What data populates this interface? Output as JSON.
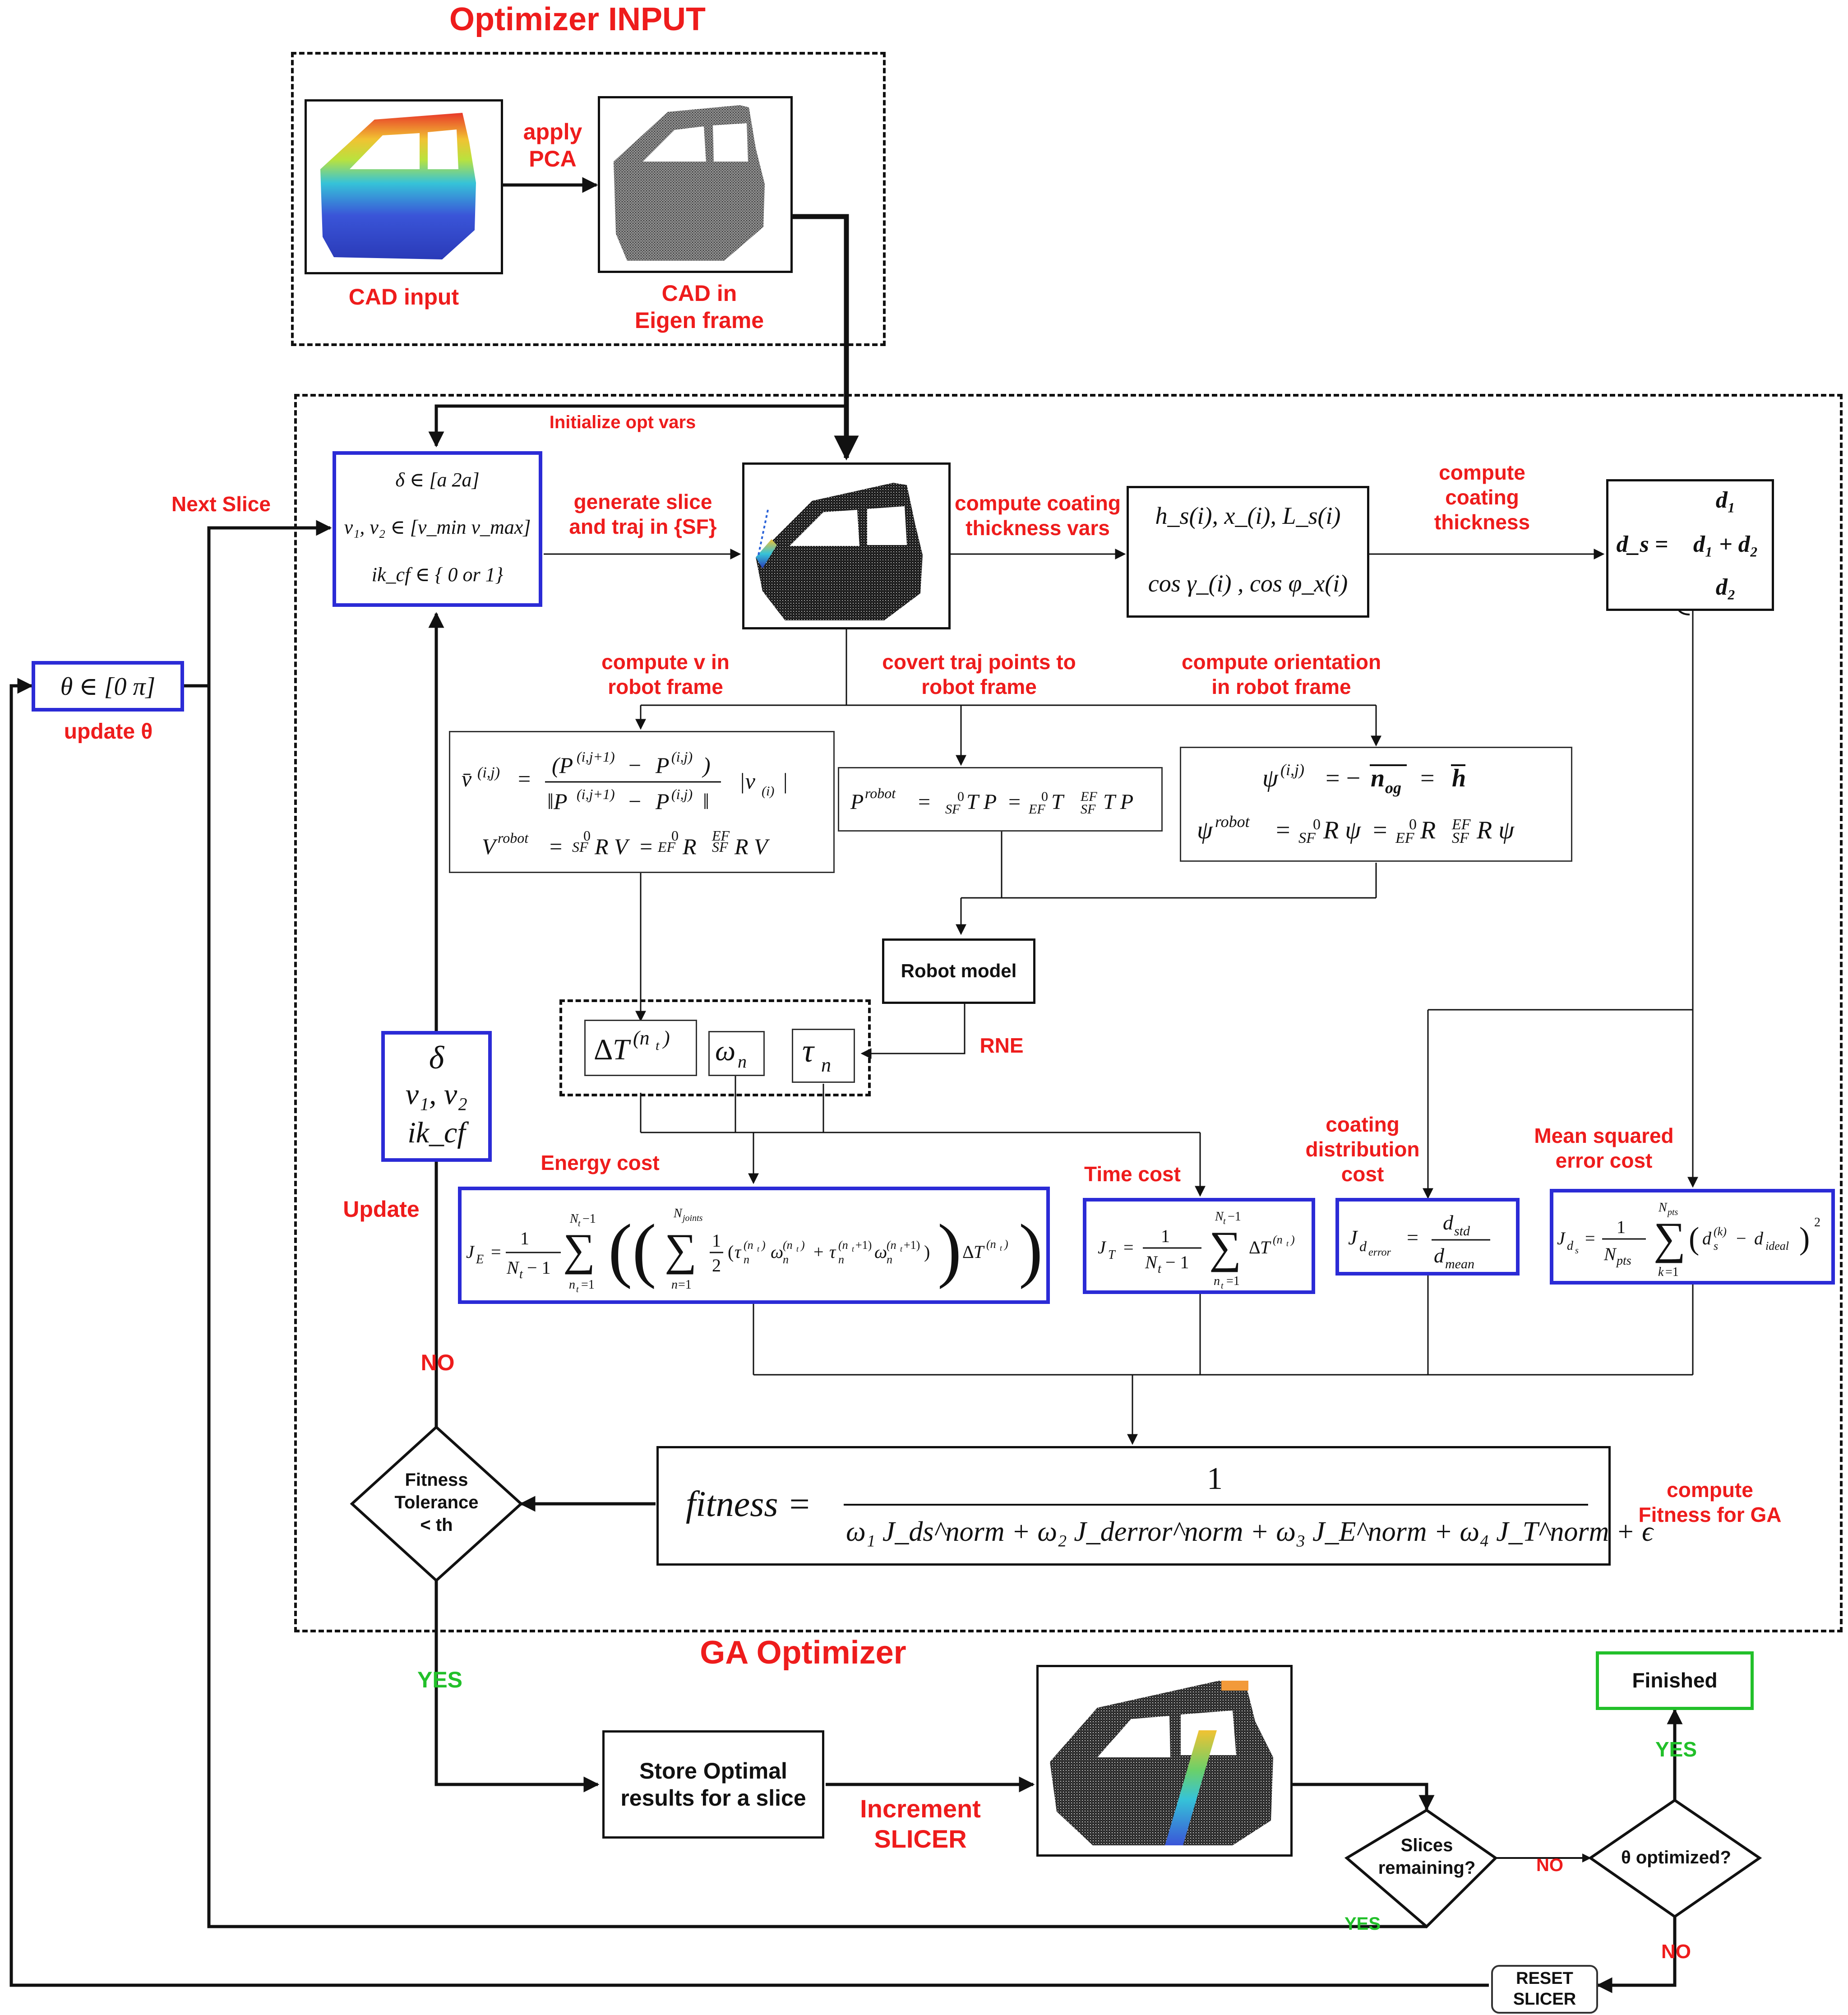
{
  "titles": {
    "input": "Optimizer INPUT",
    "ga": "GA Optimizer"
  },
  "input_section": {
    "cad_input": "CAD input",
    "apply_pca": "apply\nPCA",
    "cad_eigen": "CAD in\nEigen frame"
  },
  "labels": {
    "initialize": "Initialize opt vars",
    "next_slice": "Next Slice",
    "update_theta": "update θ",
    "generate_slice": "generate slice\nand traj in {SF}",
    "compute_coating_vars": "compute coating\nthickness vars",
    "compute_coating_thickness": "compute\ncoating\nthickness",
    "compute_v": "compute v in\nrobot frame",
    "convert_traj": "covert traj points to\nrobot  frame",
    "compute_orientation": "compute orientation\nin robot frame",
    "robot_model": "Robot model",
    "rne": "RNE",
    "energy_cost": "Energy cost",
    "time_cost": "Time cost",
    "coating_distribution_cost": "coating\ndistribution\ncost",
    "mse_cost": "Mean squared\nerror cost",
    "update": "Update",
    "no": "NO",
    "yes": "YES",
    "compute_fitness": "compute\nFitness for GA",
    "fitness_tolerance": "Fitness\nTolerance\n< th",
    "store_optimal": "Store Optimal\nresults for a slice",
    "increment_slicer": "Increment\nSLICER",
    "slices_remaining": "Slices\nremaining?",
    "theta_optimized": "θ optimized?",
    "finished": "Finished",
    "reset_slicer": "RESET\nSLICER",
    "no_slices": "NO",
    "yes_slices": "YES",
    "yes_theta": "YES",
    "no_theta": "NO"
  },
  "equations": {
    "theta_range": "θ ∈ [0  π]",
    "delta_range": "δ ∈ [a    2a]",
    "v_range": "v₁, v₂ ∈ [v_min  v_max]",
    "ik_range": "ik_cf ∈ { 0 or 1}",
    "coating_vars_1": "h_s(i), x_(i), L_s(i)",
    "coating_vars_2": "cos γ_(i) , cos φ_x(i)",
    "ds_left": "d_s =",
    "ds_cases": [
      "d₁",
      "d₁ +  d₂",
      "d₂"
    ],
    "update_vars": [
      "δ",
      "v₁, v₂",
      "ik_cf"
    ],
    "delta_T": "ΔT^(n_t)",
    "omega": "ω_n",
    "tau": "τ_n",
    "fitness_label": "fitness =",
    "fitness_num": "1",
    "fitness_den": "ω₁ J_ds^norm + ω₂ J_derror^norm + ω₃ J_E^norm +  ω₄ J_T^norm +  ϵ"
  }
}
